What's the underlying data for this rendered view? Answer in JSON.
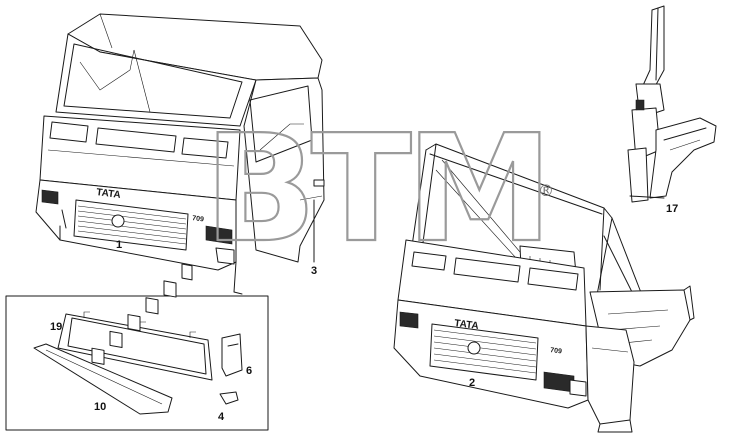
{
  "callouts": {
    "part_1": "1",
    "part_2": "2",
    "part_3": "3",
    "part_4": "4",
    "part_6": "6",
    "part_10": "10",
    "part_17": "17",
    "part_19": "19"
  },
  "watermark": {
    "text": "BTM",
    "registered_mark": "®"
  },
  "cab_markings": {
    "logo_cab_1": "TATA",
    "model_cab_1": "709",
    "logo_cab_2": "TATA",
    "model_cab_2": "709"
  }
}
